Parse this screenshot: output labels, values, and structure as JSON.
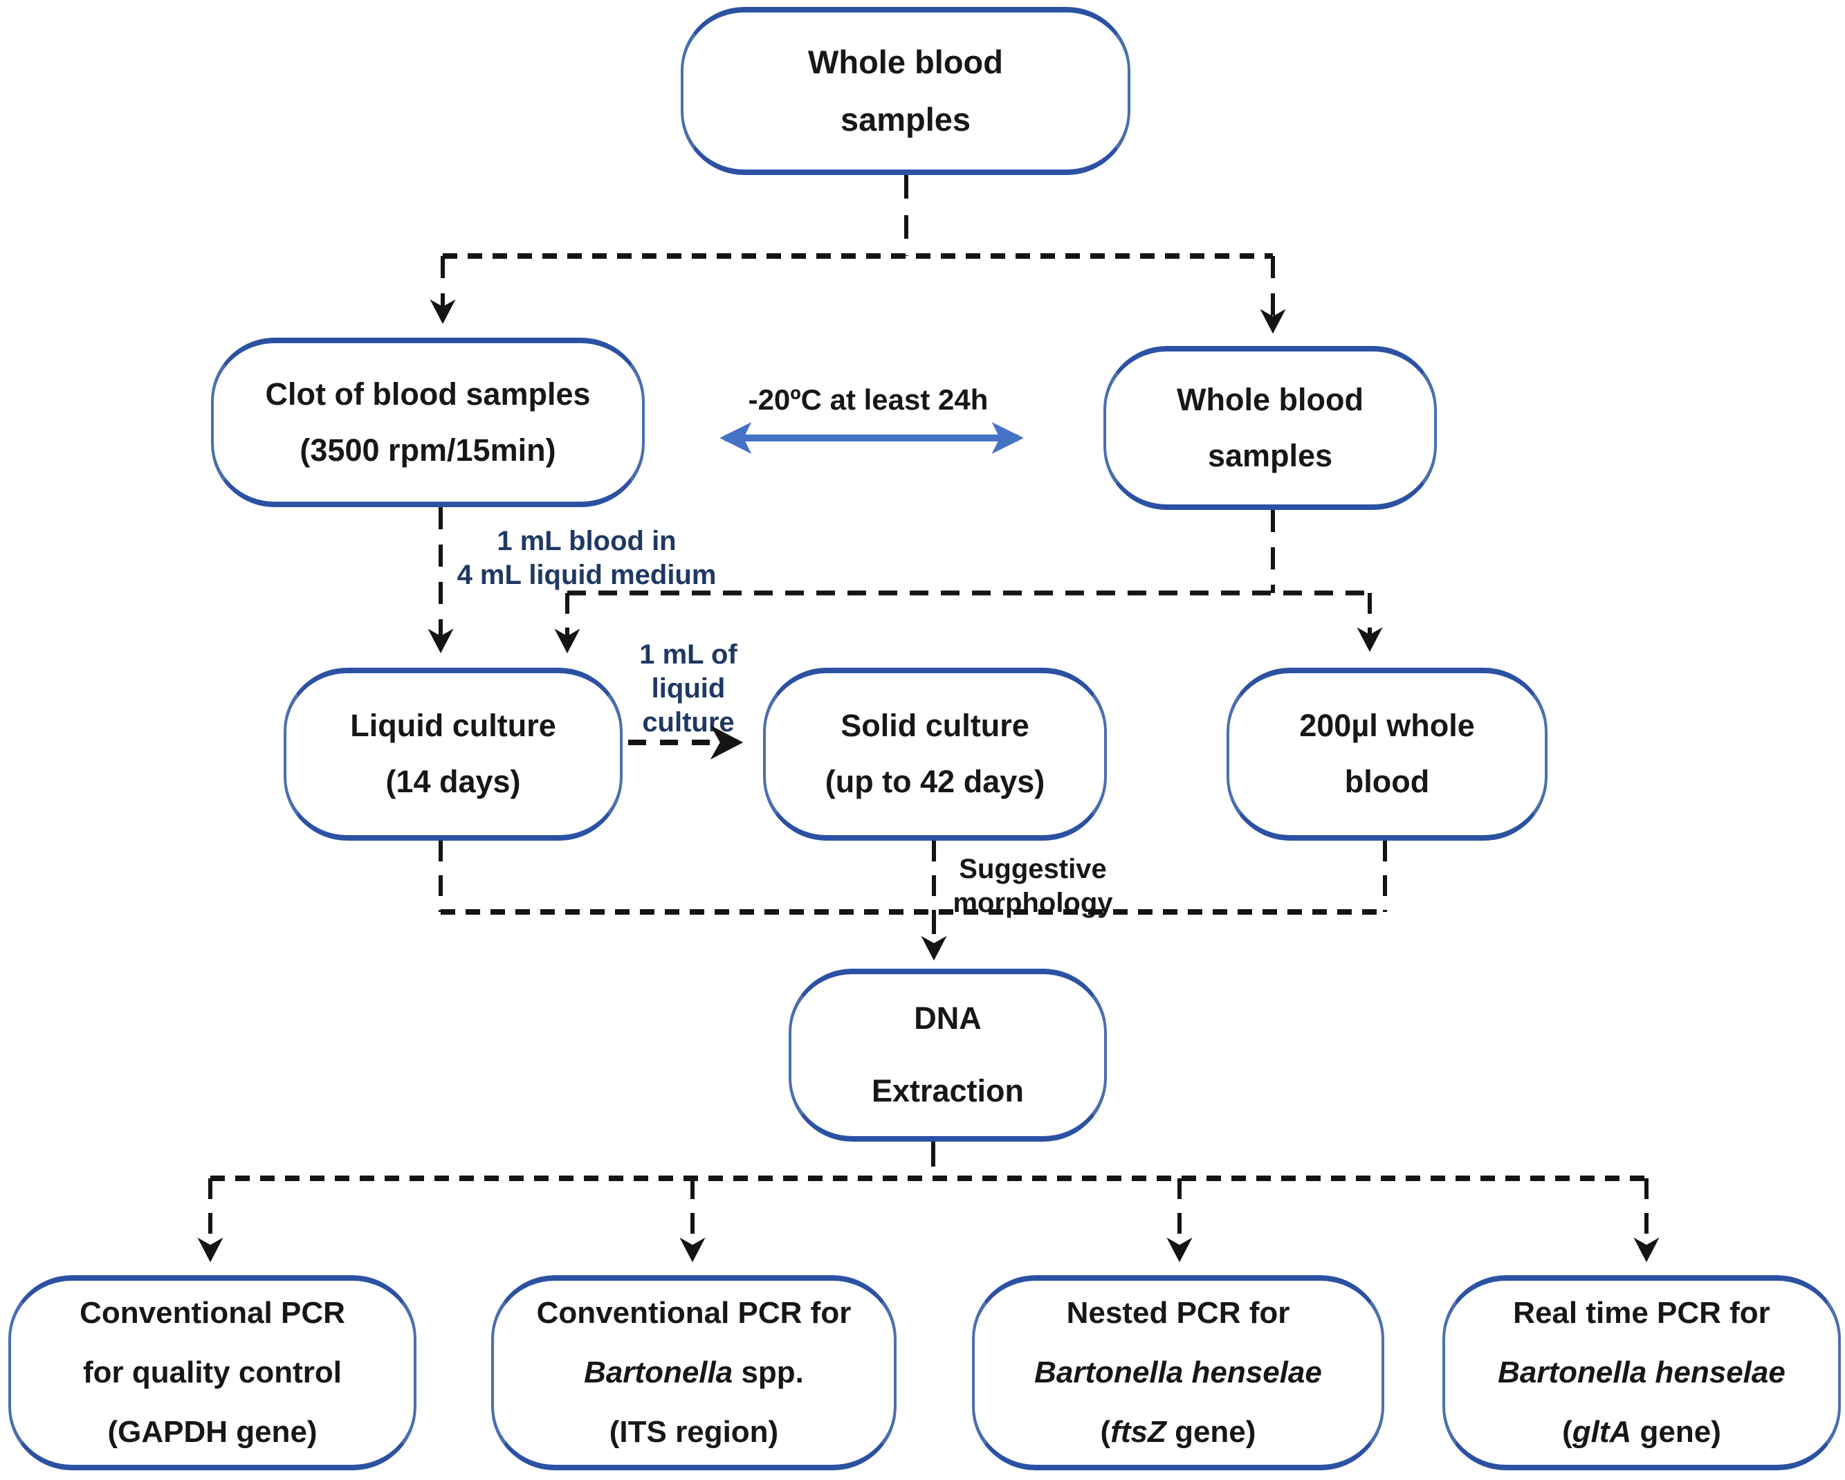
{
  "figure_type": "flowchart",
  "colors": {
    "background": "#ffffff",
    "node_border": "#4a6fae",
    "node_border_edge": "#2b51a3",
    "node_text": "#171717",
    "connector": "#141414",
    "freeze_arrow": "#4472c4",
    "label_black": "#171717",
    "label_navy": "#1f3864"
  },
  "nodes": {
    "whole_blood_top": {
      "line1": "Whole blood",
      "line2": "samples"
    },
    "clot": {
      "line1": "Clot of blood samples",
      "line2": "(3500 rpm/15min)"
    },
    "whole_blood_right": {
      "line1": "Whole blood",
      "line2": "samples"
    },
    "liquid_culture": {
      "line1": "Liquid culture",
      "line2": "(14 days)"
    },
    "solid_culture": {
      "line1": "Solid culture",
      "line2": "(up to 42 days)"
    },
    "whole_blood_aliquot": {
      "line1": "200µl whole",
      "line2": "blood"
    },
    "dna_extraction": {
      "line1": "DNA",
      "line2": "Extraction"
    },
    "pcr_quality": {
      "line1": "Conventional PCR",
      "line2": "for quality control",
      "line3": "(GAPDH gene)"
    },
    "pcr_bartonella": {
      "line1": "Conventional PCR for",
      "line2_italic": "Bartonella",
      "line2_rest": " spp.",
      "line3": "(ITS region)"
    },
    "pcr_nested": {
      "line1": "Nested PCR for",
      "line2_italic": "Bartonella henselae",
      "line3_pre": "(",
      "line3_italic": "ftsZ",
      "line3_rest": " gene)"
    },
    "pcr_realtime": {
      "line1": "Real time PCR for",
      "line2_italic": "Bartonella henselae",
      "line3_pre": "(",
      "line3_italic": "gltA",
      "line3_rest": " gene)"
    }
  },
  "labels": {
    "freeze": "-20ºC at least 24h",
    "inoculum_line1": "1 mL blood in",
    "inoculum_line2": "4 mL liquid medium",
    "subculture_line1": "1 mL of",
    "subculture_line2": "liquid",
    "subculture_line3": "culture",
    "morphology_line1": "Suggestive",
    "morphology_line2": "morphology"
  }
}
